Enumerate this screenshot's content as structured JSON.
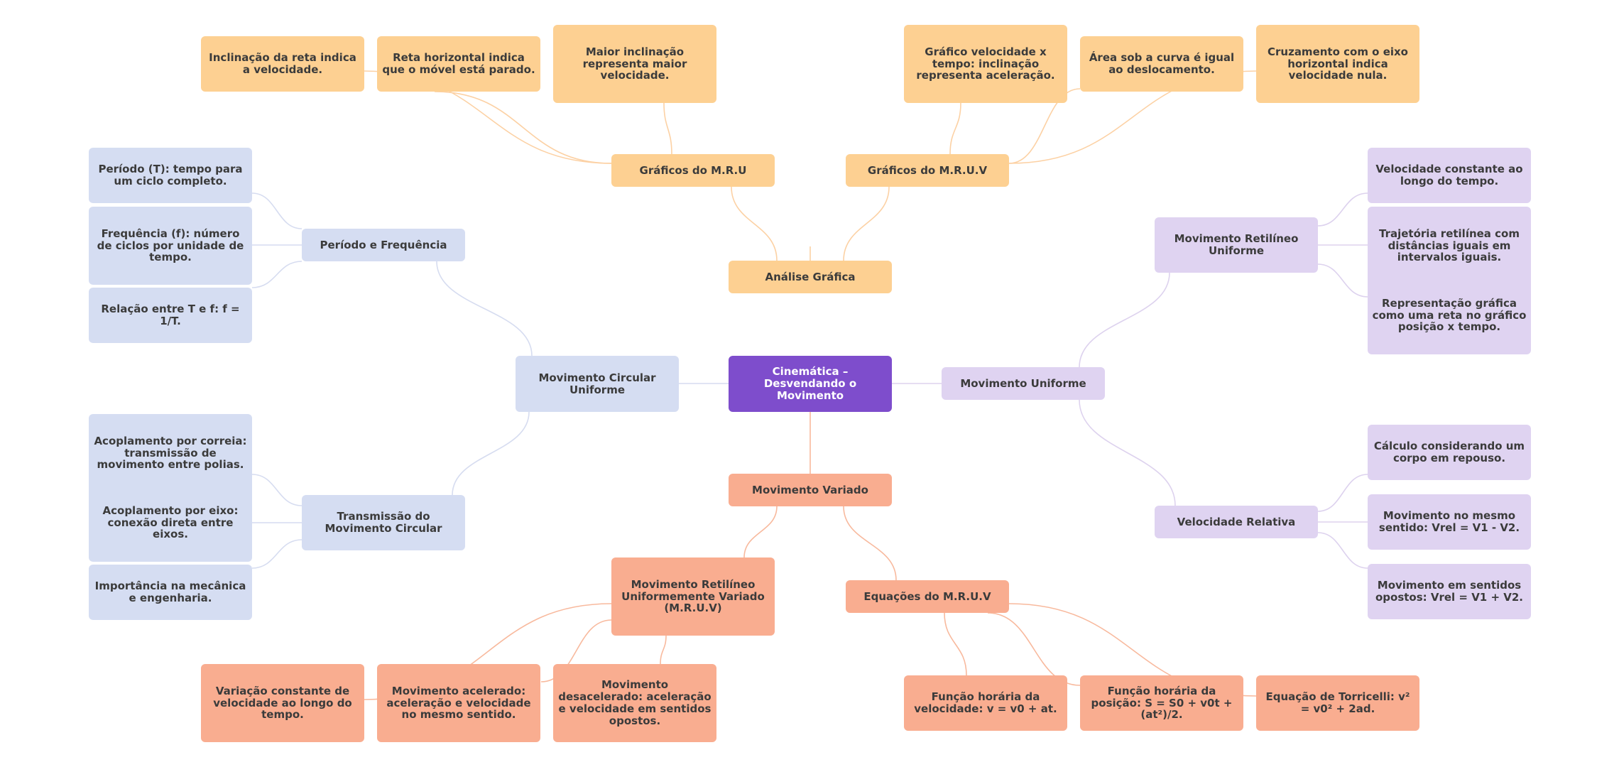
{
  "colors": {
    "root": "#7e4dcc",
    "analise": "#fdd092",
    "variado": "#f9ad90",
    "circular": "#d5ddf2",
    "uniforme": "#dfd3f1",
    "edge_orange": "#fcd1a4",
    "edge_salmon": "#f8b99d",
    "edge_blue": "#d6dcf0",
    "edge_purple": "#ddd2ee"
  },
  "root": {
    "label": "Cinemática – Desvendando o Movimento"
  },
  "analise": {
    "label": "Análise Gráfica",
    "mru": {
      "label": "Gráficos do M.R.U",
      "items": [
        "Inclinação da reta indica a velocidade.",
        "Reta horizontal indica que o móvel está parado.",
        "Maior inclinação representa maior velocidade."
      ]
    },
    "mruv": {
      "label": "Gráficos do M.R.U.V",
      "items": [
        "Gráfico velocidade x tempo: inclinação representa aceleração.",
        "Área sob a curva é igual ao deslocamento.",
        "Cruzamento com o eixo horizontal indica velocidade nula."
      ]
    }
  },
  "variado": {
    "label": "Movimento Variado",
    "mruv": {
      "label": "Movimento Retilíneo Uniformemente Variado (M.R.U.V)",
      "items": [
        "Variação constante de velocidade ao longo do tempo.",
        "Movimento acelerado: aceleração e velocidade no mesmo sentido.",
        "Movimento desacelerado: aceleração e velocidade em sentidos opostos."
      ]
    },
    "equacoes": {
      "label": "Equações do M.R.U.V",
      "items": [
        "Função horária da velocidade: v = v0 + at.",
        "Função horária da posição: S = S0 + v0t + (at²)/2.",
        "Equação de Torricelli: v² = v0² + 2ad."
      ]
    }
  },
  "circular": {
    "label": "Movimento Circular Uniforme",
    "periodo": {
      "label": "Período e Frequência",
      "items": [
        "Período (T): tempo para um ciclo completo.",
        "Frequência (f): número de ciclos por unidade de tempo.",
        "Relação entre T e f: f = 1/T."
      ]
    },
    "transmissao": {
      "label": "Transmissão do Movimento Circular",
      "items": [
        "Acoplamento por correia: transmissão de movimento entre polias.",
        "Acoplamento por eixo: conexão direta entre eixos.",
        "Importância na mecânica e engenharia."
      ]
    }
  },
  "uniforme": {
    "label": "Movimento Uniforme",
    "mru": {
      "label": "Movimento Retilíneo Uniforme",
      "items": [
        "Velocidade constante ao longo do tempo.",
        "Trajetória retilínea com distâncias iguais em intervalos iguais.",
        "Representação gráfica como uma reta no gráfico posição x tempo."
      ]
    },
    "relativa": {
      "label": "Velocidade Relativa",
      "items": [
        "Cálculo considerando um corpo em repouso.",
        "Movimento no mesmo sentido: Vrel = V1 - V2.",
        "Movimento em sentidos opostos: Vrel = V1 + V2."
      ]
    }
  }
}
